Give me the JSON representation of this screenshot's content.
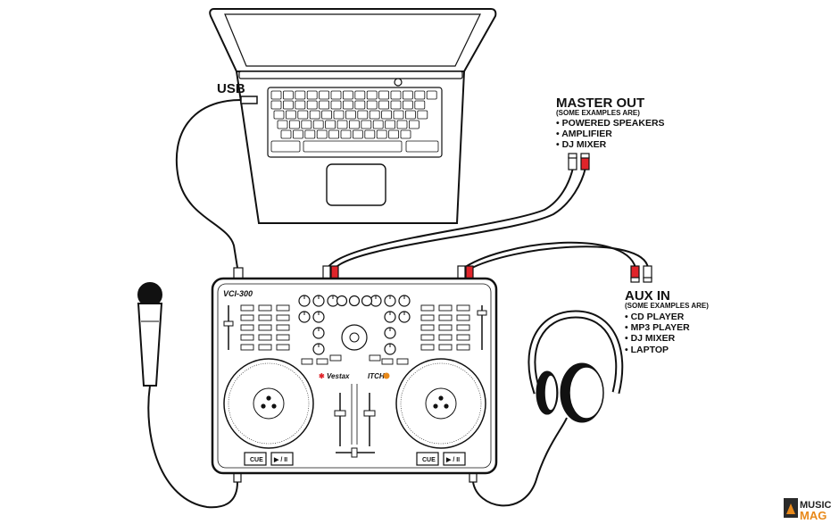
{
  "labels": {
    "usb": "USB",
    "master_out": {
      "title": "MASTER OUT",
      "subtitle": "(SOME EXAMPLES ARE)",
      "items": [
        "• POWERED SPEAKERS",
        "• AMPLIFIER",
        "• DJ MIXER"
      ]
    },
    "aux_in": {
      "title": "AUX IN",
      "subtitle": "(SOME EXAMPLES ARE)",
      "items": [
        "• CD PLAYER",
        "• MP3 PLAYER",
        "• DJ MIXER",
        "• LAPTOP"
      ]
    }
  },
  "controller": {
    "model": "VCI-300",
    "brand": "Vestax",
    "software": "ITCH",
    "left_deck": {
      "cue": "CUE",
      "play": "▶ / II"
    },
    "right_deck": {
      "cue": "CUE",
      "play": "▶ / II"
    }
  },
  "watermark": {
    "line1": "MUSIC",
    "line2": "MAG"
  },
  "colors": {
    "rca_red": "#e0242a",
    "watermark_orange": "#e8891a",
    "line": "#111111"
  }
}
